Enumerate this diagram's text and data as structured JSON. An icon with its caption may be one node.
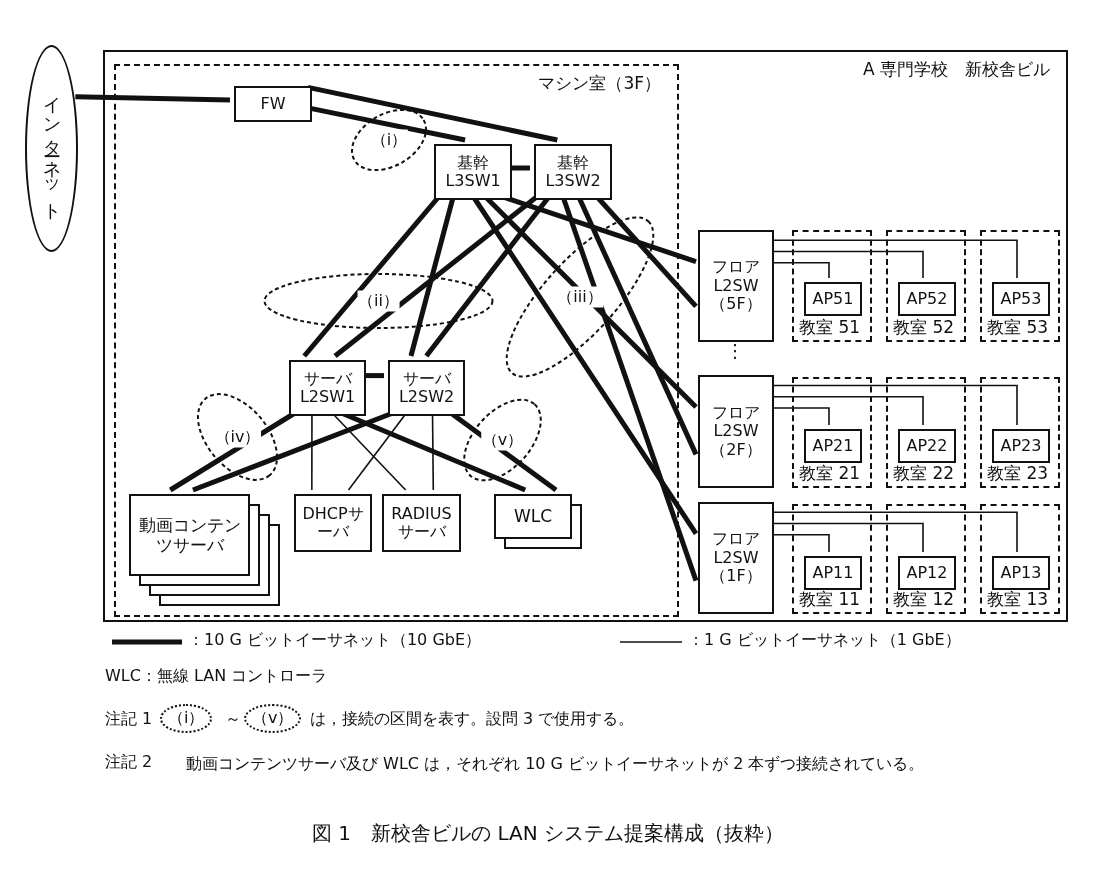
{
  "diagram": {
    "caption": "図 1　新校舎ビルの LAN システム提案構成（抜粋）",
    "nodes": [
      {
        "text": [
          "A 専門学校　新校舎ビル"
        ]
      },
      {
        "text": [
          "マシン室（3F）"
        ],
        "in": 0
      },
      {
        "text": [
          "インターネット"
        ]
      },
      {
        "text": [
          "FW"
        ],
        "in": 1
      },
      {
        "text": [
          "基幹L3SW1"
        ],
        "in": 1
      },
      {
        "text": [
          "基幹L3SW2"
        ],
        "in": 1
      },
      {
        "text": [
          "サーバL2SW1"
        ],
        "in": 1
      },
      {
        "text": [
          "サーバL2SW2"
        ],
        "in": 1
      },
      {
        "text": [
          "動画コンテンツサーバ"
        ],
        "in": 1
      },
      {
        "text": [
          "DHCPサーバ"
        ],
        "in": 1
      },
      {
        "text": [
          "RADIUSサーバ"
        ],
        "in": 1
      },
      {
        "text": [
          "WLC"
        ],
        "in": 1
      },
      {
        "text": [
          "フロアL2SW（5F）"
        ],
        "in": 0
      },
      {
        "text": [
          "教室 51"
        ],
        "in": 0
      },
      {
        "text": [
          "AP51"
        ],
        "in": 13
      },
      {
        "text": [
          "教室 52"
        ],
        "in": 0
      },
      {
        "text": [
          "AP52"
        ],
        "in": 15
      },
      {
        "text": [
          "教室 53"
        ],
        "in": 0
      },
      {
        "text": [
          "AP53"
        ],
        "in": 17
      },
      {
        "text": [
          "フロアL2SW（2F）"
        ],
        "in": 0
      },
      {
        "text": [
          "教室 21"
        ],
        "in": 0
      },
      {
        "text": [
          "AP21"
        ],
        "in": 20
      },
      {
        "text": [
          "教室 22"
        ],
        "in": 0
      },
      {
        "text": [
          "AP22"
        ],
        "in": 22
      },
      {
        "text": [
          "教室 23"
        ],
        "in": 0
      },
      {
        "text": [
          "AP23"
        ],
        "in": 24
      },
      {
        "text": [
          "フロアL2SW（1F）"
        ],
        "in": 0
      },
      {
        "text": [
          "教室 11"
        ],
        "in": 0
      },
      {
        "text": [
          "AP11"
        ],
        "in": 27
      },
      {
        "text": [
          "教室 12"
        ],
        "in": 0
      },
      {
        "text": [
          "AP12"
        ],
        "in": 29
      },
      {
        "text": [
          "教室 13"
        ],
        "in": 0
      },
      {
        "text": [
          "AP13"
        ],
        "in": 31
      }
    ],
    "edges": [
      {
        "from": 2,
        "to": 3,
        "arrow": "none"
      },
      {
        "from": 3,
        "to": 4,
        "arrow": "none"
      },
      {
        "from": 3,
        "to": 5,
        "arrow": "none"
      },
      {
        "from": 4,
        "to": 5,
        "arrow": "none"
      },
      {
        "from": 4,
        "to": 6,
        "arrow": "none"
      },
      {
        "from": 4,
        "to": 7,
        "arrow": "none"
      },
      {
        "from": 5,
        "to": 6,
        "arrow": "none"
      },
      {
        "from": 5,
        "to": 7,
        "arrow": "none"
      },
      {
        "from": 4,
        "to": 12,
        "arrow": "none"
      },
      {
        "from": 4,
        "to": 19,
        "arrow": "none"
      },
      {
        "from": 4,
        "to": 26,
        "arrow": "none"
      },
      {
        "from": 5,
        "to": 12,
        "arrow": "none"
      },
      {
        "from": 5,
        "to": 19,
        "arrow": "none"
      },
      {
        "from": 5,
        "to": 26,
        "arrow": "none"
      },
      {
        "from": 6,
        "to": 7,
        "arrow": "none"
      },
      {
        "from": 6,
        "to": 8,
        "arrow": "none"
      },
      {
        "from": 7,
        "to": 8,
        "arrow": "none"
      },
      {
        "from": 6,
        "to": 11,
        "arrow": "none"
      },
      {
        "from": 7,
        "to": 11,
        "arrow": "none"
      },
      {
        "from": 6,
        "to": 9,
        "arrow": "none"
      },
      {
        "from": 6,
        "to": 10,
        "arrow": "none"
      },
      {
        "from": 7,
        "to": 9,
        "arrow": "none"
      },
      {
        "from": 7,
        "to": 10,
        "arrow": "none"
      },
      {
        "from": 12,
        "to": 14,
        "arrow": "none"
      },
      {
        "from": 12,
        "to": 16,
        "arrow": "none"
      },
      {
        "from": 12,
        "to": 18,
        "arrow": "none"
      },
      {
        "from": 19,
        "to": 21,
        "arrow": "none"
      },
      {
        "from": 19,
        "to": 23,
        "arrow": "none"
      },
      {
        "from": 19,
        "to": 25,
        "arrow": "none"
      },
      {
        "from": 26,
        "to": 28,
        "arrow": "none"
      },
      {
        "from": 26,
        "to": 30,
        "arrow": "none"
      },
      {
        "from": 26,
        "to": 32,
        "arrow": "none"
      }
    ],
    "labels": [
      "（i）",
      "（ii）",
      "（iii）",
      "（iv）",
      "（v）",
      "⋮",
      "WLC：無線 LAN コントローラ",
      "注記 1",
      "（i）",
      "～",
      "（v）",
      "は，接続の区間を表す。設問 3 で使用する。",
      "注記 2",
      "動画コンテンツサーバ及び WLC は，それぞれ 10 G ビットイーサネットが 2 本ずつ接続されている。"
    ],
    "legend": [
      {
        "text": "：10 G ビットイーサネット（10 GbE）"
      },
      {
        "text": "：1 G ビットイーサネット（1 GbE）"
      }
    ]
  }
}
